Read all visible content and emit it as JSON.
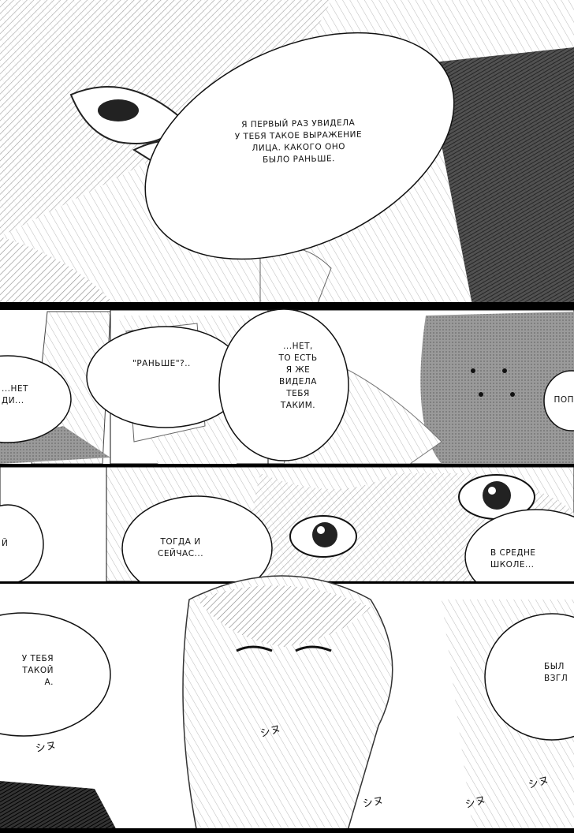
{
  "page": {
    "bubbles": {
      "first_time": [
        "Я первый раз увидела",
        "у тебя такое выражение",
        "лица. Какого оно",
        "было раньше."
      ],
      "earlier": "\"Раньше\"?..",
      "no_left": [
        "...нет",
        "ди..."
      ],
      "no_that_is": [
        "...нет,",
        "то есть",
        "я же",
        "видела",
        "тебя",
        "таким."
      ],
      "right_edge_top": "поп",
      "then_and_now": [
        "тогда и",
        "сейчас..."
      ],
      "middle_school": [
        "в средне",
        "школе..."
      ],
      "left_edge_mid": "й",
      "such_face": [
        "у тебя",
        "такой",
        "а."
      ],
      "right_edge_bottom": [
        "был",
        "взгл"
      ]
    },
    "sfx": [
      "シヌ",
      "シヌ",
      "シヌ",
      "シヌ",
      "シヌ"
    ]
  }
}
